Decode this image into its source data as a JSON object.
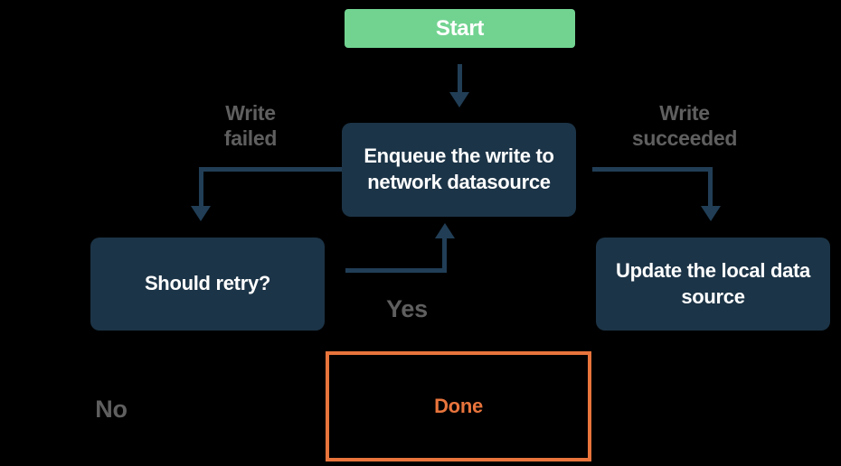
{
  "colors": {
    "background": "#000000",
    "node_fill": "#1C3447",
    "node_text": "#FFFFFF",
    "start_fill": "#72D391",
    "connector": "#213E56",
    "edge_label": "#5F5F5F",
    "done_accent": "#E8743C"
  },
  "nodes": {
    "start": "Start",
    "enqueue": "Enqueue the write to network datasource",
    "should_retry": "Should retry?",
    "update_local": "Update the local data source",
    "done": "Done"
  },
  "edge_labels": {
    "write_failed": "Write failed",
    "write_succeeded": "Write succeeded",
    "yes": "Yes",
    "no": "No"
  }
}
